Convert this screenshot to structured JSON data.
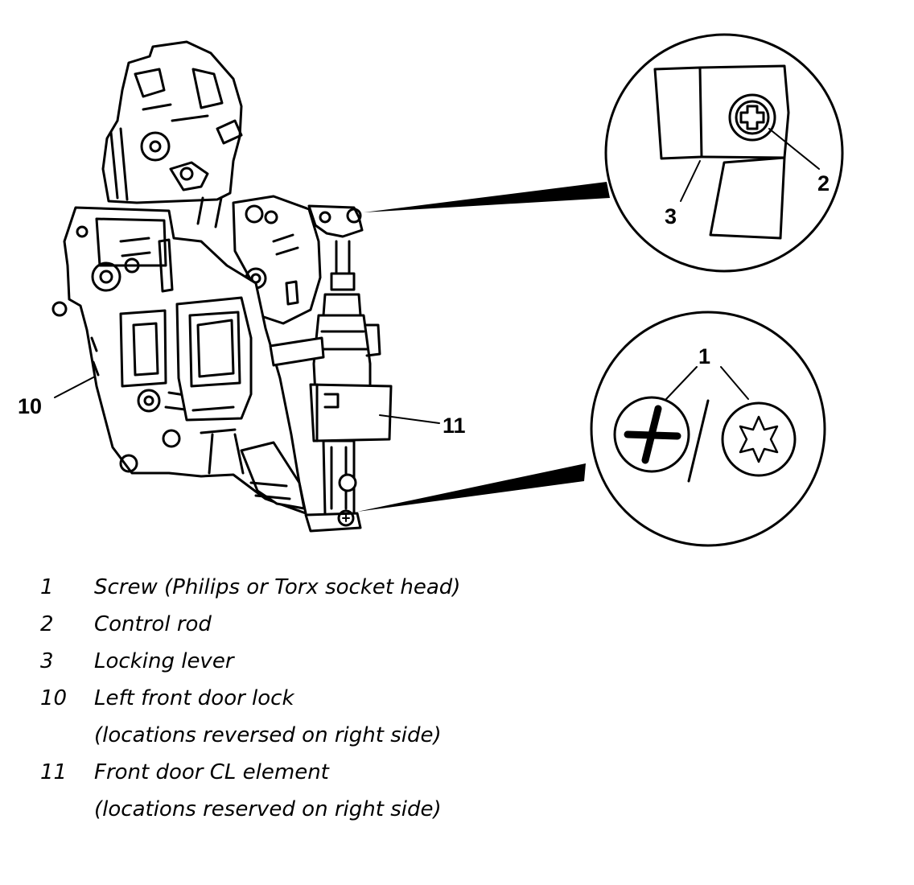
{
  "callouts": {
    "c1": "1",
    "c2": "2",
    "c3": "3",
    "c10": "10",
    "c11": "11"
  },
  "legend": [
    {
      "number": "1",
      "label": "Screw (Philips or Torx socket head)"
    },
    {
      "number": "2",
      "label": "Control rod"
    },
    {
      "number": "3",
      "label": "Locking lever"
    },
    {
      "number": "10",
      "label": "Left front door lock"
    },
    {
      "number": "",
      "label": "(locations reversed on right side)"
    },
    {
      "number": "11",
      "label": "Front door CL element"
    },
    {
      "number": "",
      "label": "(locations reserved on right side)"
    }
  ]
}
